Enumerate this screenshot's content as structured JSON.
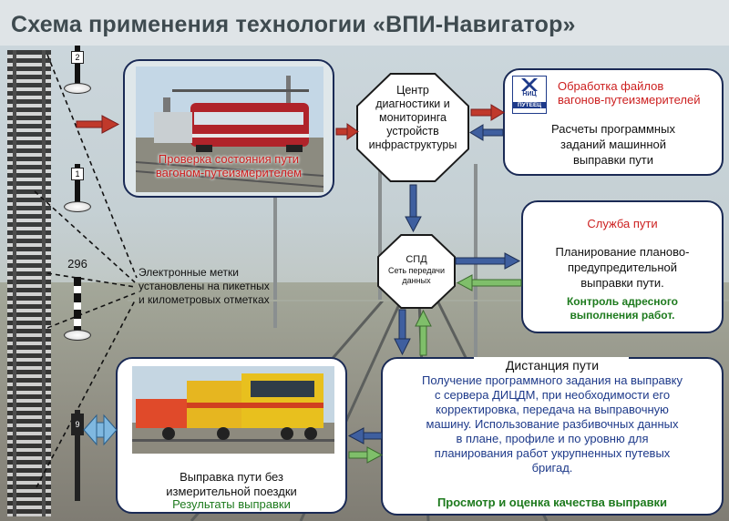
{
  "title": "Схема применения технологии «ВПИ-Навигатор»",
  "markers": [
    {
      "label": "2"
    },
    {
      "label": "1"
    },
    {
      "label": "296"
    },
    {
      "label": "9"
    }
  ],
  "marks_caption": [
    "Электронные метки",
    "установлены на пикетных",
    "и километровых отметках"
  ],
  "inspection": {
    "caption": [
      "Проверка состояния пути",
      "вагоном-путеизмерителем"
    ]
  },
  "center": {
    "lines": [
      "Центр",
      "диагностики и",
      "мониторинга",
      "устройств",
      "инфраструктуры"
    ]
  },
  "processing": {
    "logo_top": "НИЦ",
    "logo_bottom": "ПУТЕЕЦ",
    "red_lines": [
      "Обработка файлов",
      "вагонов-путеизмерителей"
    ],
    "black_lines": [
      "Расчеты программных",
      "заданий машинной",
      "выправки пути"
    ]
  },
  "spd": {
    "title": "СПД",
    "subtitle": [
      "Сеть передачи",
      "данных"
    ]
  },
  "track_service": {
    "title": "Служба пути",
    "lines": [
      "Планирование планово-",
      "предупредительной",
      "выправки пути."
    ],
    "green_lines": [
      "Контроль адресного",
      "выполнения работ."
    ]
  },
  "distance": {
    "title": "Дистанция пути",
    "lines": [
      "Получение программного задания на выправку",
      "с сервера ДИЦДМ, при необходимости его",
      "корректировка, передача на выправочную",
      "машину. Использование разбивочных данных",
      "в плане, профиле и по уровню для",
      "планирования работ укрупненных путевых",
      "бригад."
    ],
    "green": "Просмотр и оценка качества выправки"
  },
  "machine": {
    "lines": [
      "Выправка пути без",
      "измерительной поездки"
    ],
    "green": "Результаты выправки"
  },
  "colors": {
    "red": "#cc1f1f",
    "navy": "#1e3a8a",
    "green": "#1d7a1d",
    "arrow_red": "#c0392b",
    "arrow_blue": "#3f5f9f",
    "arrow_green": "#7fbf6a"
  }
}
